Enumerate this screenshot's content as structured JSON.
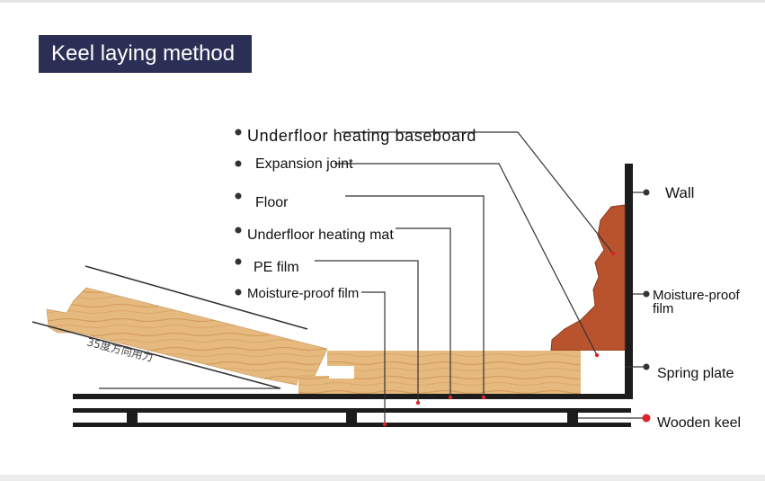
{
  "title": "Keel laying method",
  "angle_note": "35度方向用力",
  "labels": {
    "baseboard": "Underfloor heating baseboard",
    "expansion_joint": "Expansion joint",
    "floor": "Floor",
    "heating_mat": "Underfloor heating mat",
    "pe_film": "PE film",
    "moisture_left": "Moisture-proof film",
    "wall": "Wall",
    "moisture_right_line1": "Moisture-proof",
    "moisture_right_line2": "film",
    "spring_plate": "Spring plate",
    "wooden_keel": "Wooden keel"
  },
  "colors": {
    "title_bg": "#2c2f55",
    "wood_light": "#e3b57c",
    "baseboard": "#b8532e",
    "structure": "#1c1c1c",
    "leader_line": "#333333",
    "marker_red": "#e0202a"
  }
}
